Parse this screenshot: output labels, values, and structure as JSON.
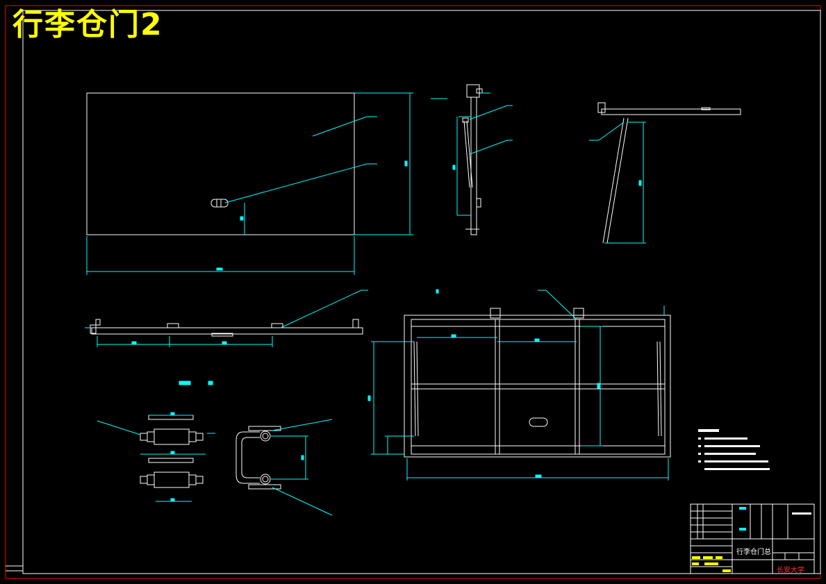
{
  "drawing": {
    "title": "行李仓门2",
    "title_block": {
      "part_name": "行李仓门总",
      "school": "长安大学"
    }
  },
  "colors": {
    "background": "#000000",
    "outline": "#ffffff",
    "dimension": "#00ffff",
    "frame": "#ff0000",
    "title": "#ffff00"
  }
}
